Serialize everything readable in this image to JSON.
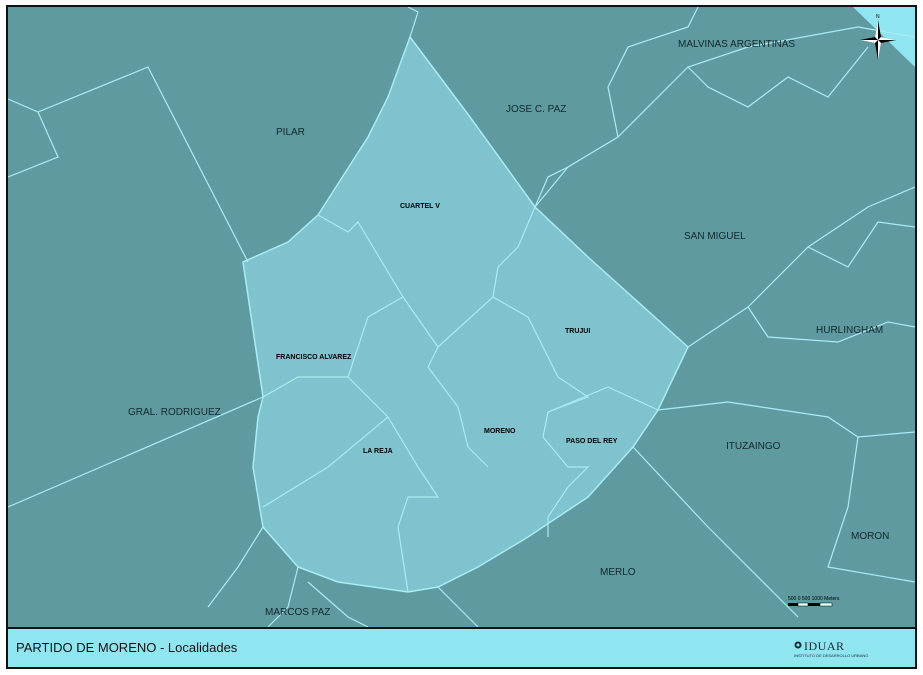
{
  "map": {
    "neighbors": {
      "malvinas": "MALVINAS ARGENTINAS",
      "josecpaz": "JOSE C. PAZ",
      "pilar": "PILAR",
      "sanmiguel": "SAN MIGUEL",
      "hurlingham": "HURLINGHAM",
      "gralrodriguez": "GRAL. RODRIGUEZ",
      "ituzaingo": "ITUZAINGO",
      "moron": "MORON",
      "merlo": "MERLO",
      "marcospaz": "MARCOS PAZ"
    },
    "localities": {
      "cuartelv": "CUARTEL V",
      "trujui": "TRUJUI",
      "franciscoalvarez": "FRANCISCO ALVAREZ",
      "lareja": "LA REJA",
      "moreno": "MORENO",
      "pasodelrey": "PASO DEL REY"
    },
    "scale_bar": {
      "labels": "500   0   500 1000 Meters"
    },
    "colors": {
      "background": "#5f9aa1",
      "partido_fill": "#7ec3cd",
      "boundary": "#a9ecf3",
      "water": "#8fe6f1",
      "footer": "#8fe6f1"
    },
    "compass_icon": "compass-rose-icon"
  },
  "footer": {
    "title": "PARTIDO DE MORENO - Localidades",
    "logo_main": "IDUAR",
    "logo_sub": "INSTITUTO DE DESARROLLO URBANO"
  }
}
